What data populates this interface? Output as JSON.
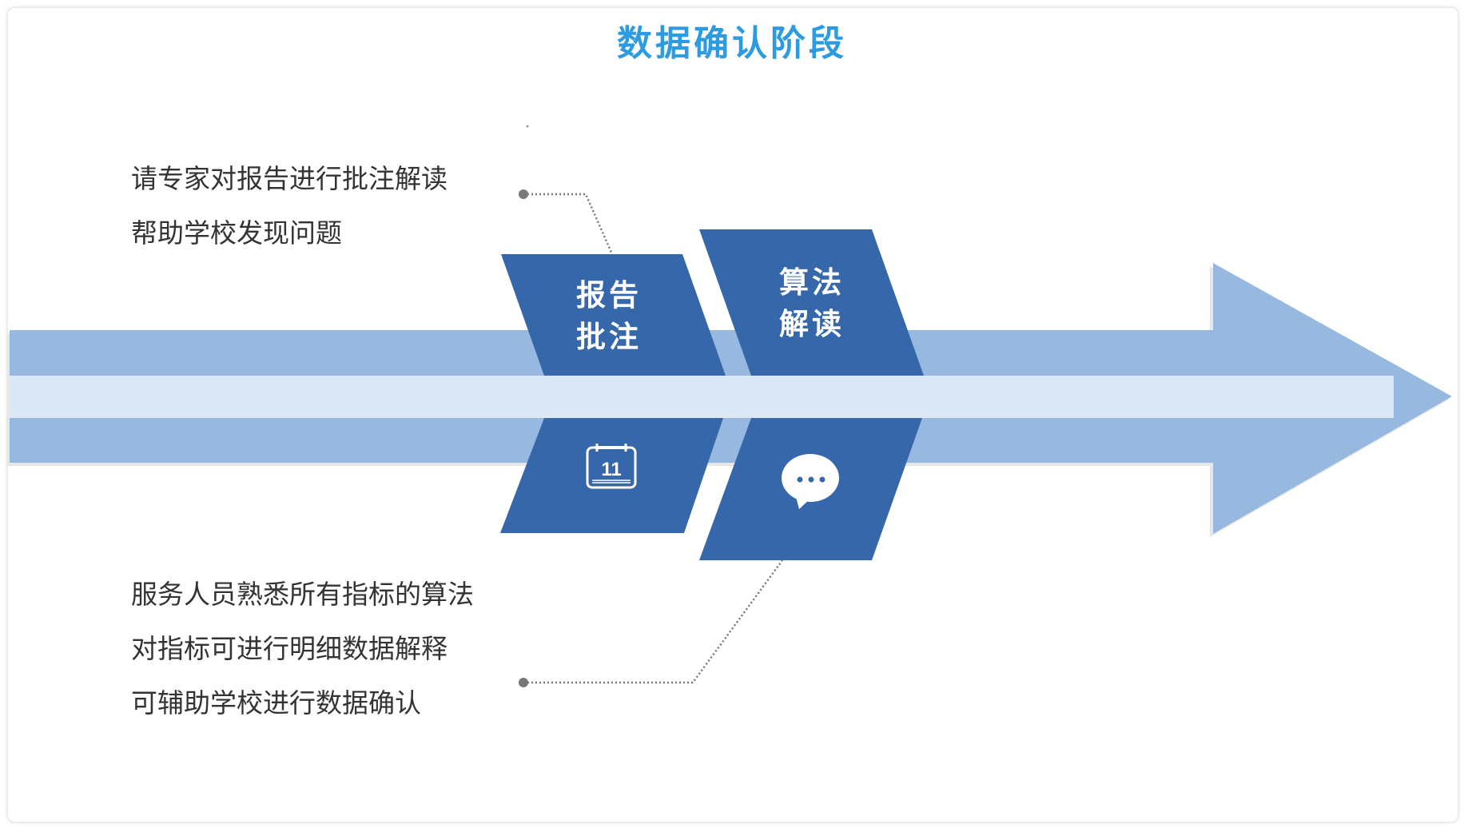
{
  "title": "数据确认阶段",
  "steps": [
    {
      "label_line1": "报告",
      "label_line2": "批注",
      "icon": "calendar-icon",
      "icon_text": "11",
      "description": [
        "请专家对报告进行批注解读",
        "帮助学校发现问题"
      ]
    },
    {
      "label_line1": "算法",
      "label_line2": "解读",
      "icon": "chat-bubble-icon",
      "description": [
        "服务人员熟悉所有指标的算法",
        "对指标可进行明细数据解释",
        "可辅助学校进行数据确认"
      ]
    }
  ],
  "colors": {
    "title": "#2c9be2",
    "block": "#3567aa",
    "arrow": "#97b9df",
    "arrow_core": "#dce8f5",
    "connector": "#777777"
  }
}
